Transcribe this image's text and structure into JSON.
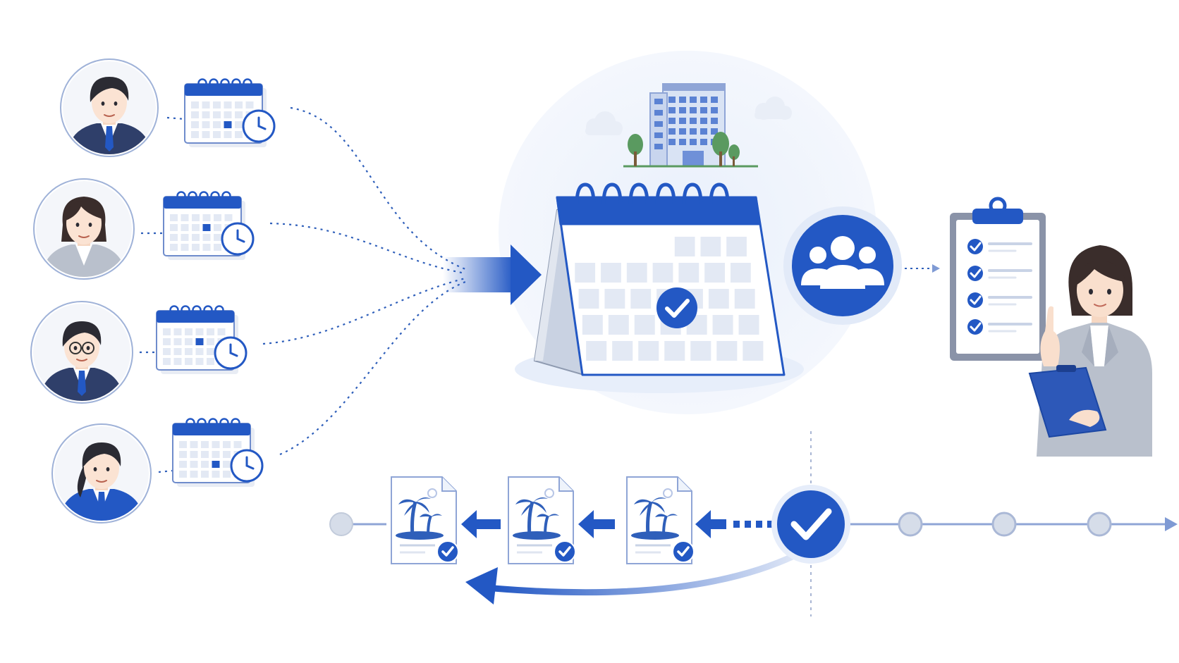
{
  "colors": {
    "primary": "#2358c4",
    "primary_dark": "#1c47a3",
    "light_blue": "#dbe6f8",
    "pale_blue": "#eef3fb",
    "cell": "#e3e9f4",
    "skin": "#fbe3d3",
    "hair": "#2b2b33",
    "suit_navy": "#2f3f6a",
    "suit_gray": "#b9c0cc",
    "tree": "#5a9a60",
    "timeline": "#8fa5d6"
  },
  "employees": [
    {
      "hair": "short",
      "suit": "navy",
      "glasses": false
    },
    {
      "hair": "bob",
      "suit": "gray",
      "glasses": false
    },
    {
      "hair": "short",
      "suit": "navy",
      "glasses": true
    },
    {
      "hair": "ponytail",
      "suit": "blue",
      "glasses": false
    }
  ],
  "icons": {
    "employee_calendar": "calendar-clock-icon",
    "shared_calendar": "shared-calendar-icon",
    "building": "office-building-icon",
    "team": "team-group-icon",
    "checklist": "clipboard-checklist-icon",
    "manager": "manager-person-icon",
    "leave_request": "vacation-document-icon",
    "approval": "approval-check-icon"
  },
  "checklist": {
    "items": 4
  },
  "timeline": {
    "leave_documents": 3,
    "future_nodes": 3
  }
}
